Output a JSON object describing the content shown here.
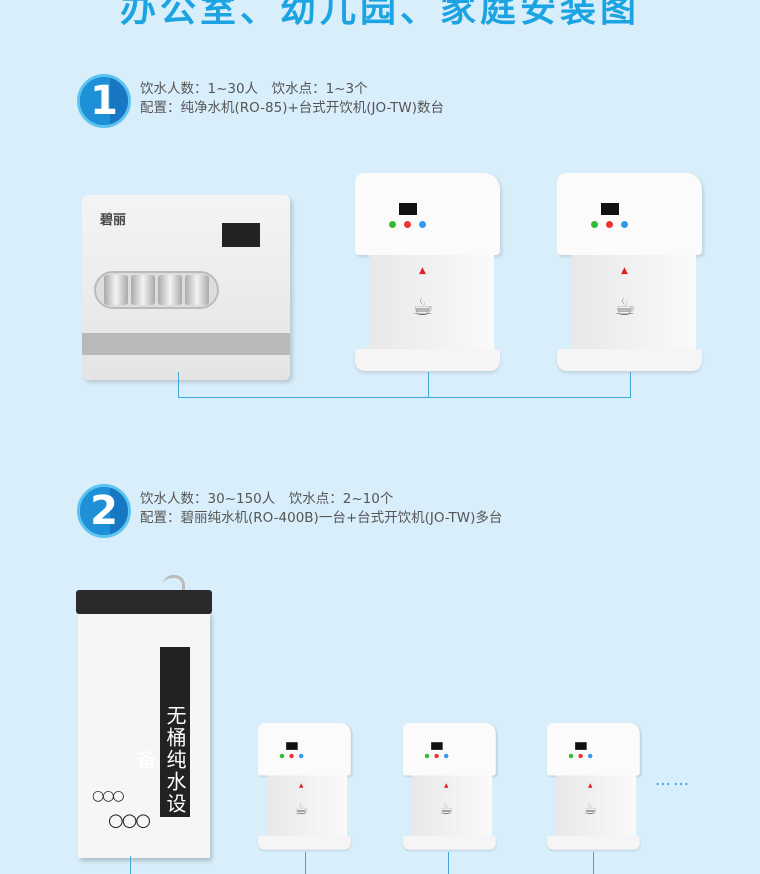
{
  "title": "办公室、幼儿园、家庭安装图",
  "section1": {
    "number": "1",
    "line1": "饮水人数：1~30人　饮水点：1~3个",
    "line2": "配置：纯净水机(RO-85)+台式开饮机(JO-TW)数台",
    "purifier_brand": "碧丽"
  },
  "section2": {
    "number": "2",
    "line1": "饮水人数：30~150人　饮水点：2~10个",
    "line2": "配置：碧丽纯水机(RO-400B)一台+台式开饮机(JO-TW)多台",
    "machine_label": "无桶纯水设备",
    "more": "……"
  },
  "colors": {
    "background": "#d9eefb",
    "accent": "#1ca3e2",
    "line": "#3fa8dd"
  }
}
